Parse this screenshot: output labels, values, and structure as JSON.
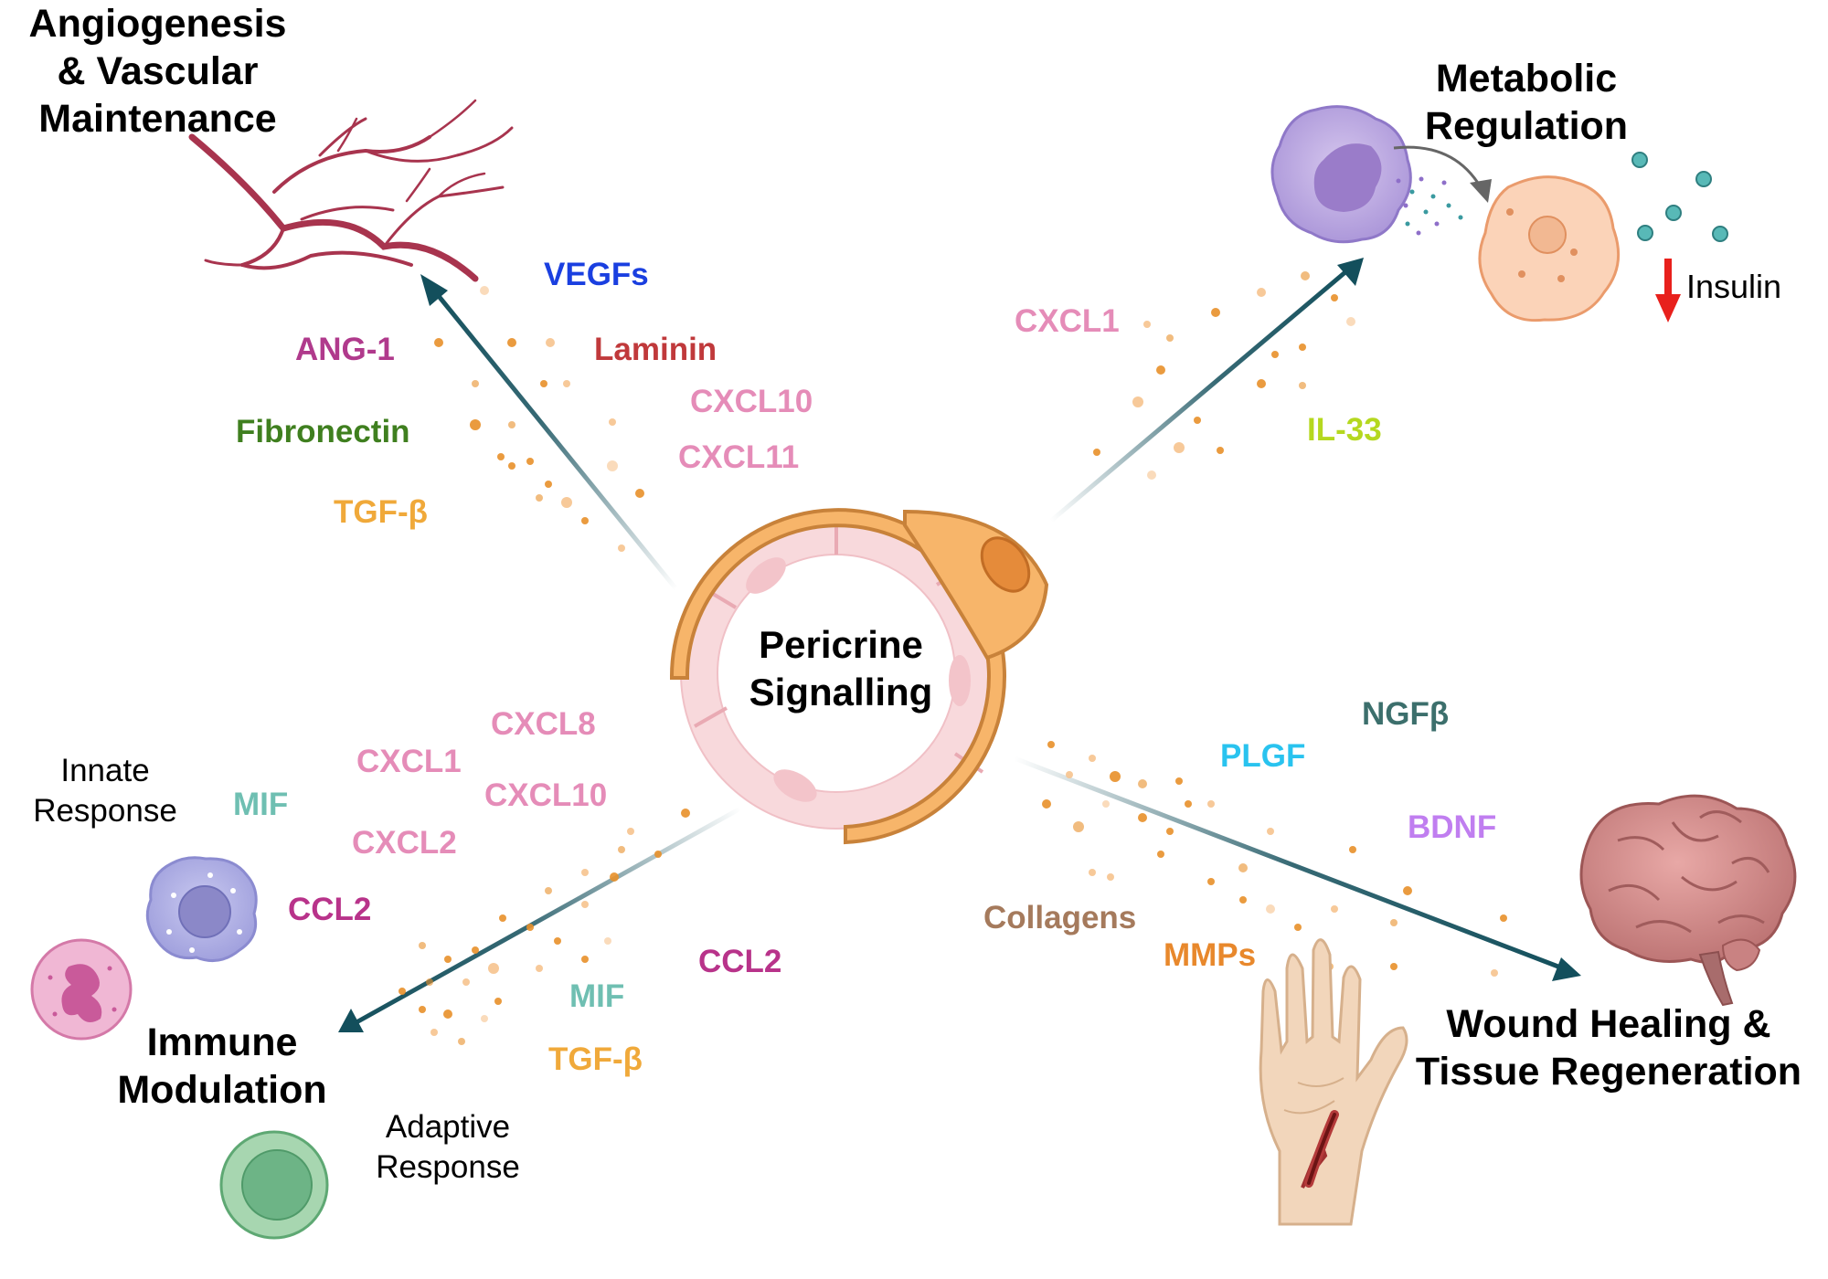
{
  "center": {
    "line1": "Pericrine",
    "line2": "Signalling"
  },
  "angiogenesis": {
    "title": [
      "Angiogenesis",
      "& Vascular",
      "Maintenance"
    ],
    "molecules": [
      "VEGFs",
      "ANG-1",
      "Laminin",
      "CXCL10",
      "CXCL11",
      "Fibronectin",
      "TGF-β"
    ]
  },
  "metabolic": {
    "title": [
      "Metabolic",
      "Regulation"
    ],
    "molecules": [
      "CXCL1",
      "IL-33"
    ],
    "insulin_label": "Insulin"
  },
  "immune": {
    "title": [
      "Immune",
      "Modulation"
    ],
    "innate_label": [
      "Innate",
      "Response"
    ],
    "adaptive_label": [
      "Adaptive",
      "Response"
    ],
    "molecules": [
      "CXCL8",
      "CXCL1",
      "CXCL10",
      "MIF",
      "CXCL2",
      "CCL2",
      "MIF",
      "CCL2",
      "TGF-β"
    ]
  },
  "wound": {
    "title": [
      "Wound Healing &",
      "Tissue Regeneration"
    ],
    "molecules": [
      "NGFβ",
      "PLGF",
      "BDNF",
      "Collagens",
      "MMPs"
    ]
  },
  "colors": {
    "arrow": "#134f5c",
    "dots": "#e8902a",
    "pericyte": "#f7b56a",
    "endothelium": "#f8d9dc",
    "VEGFs": "#1a3fe0",
    "ANG-1": "#b03a8c",
    "Laminin": "#c0393b",
    "CXCL": "#e58cb8",
    "Fibronectin": "#3f7f1f",
    "TGF-β": "#f0a93a",
    "IL-33": "#b5d81f",
    "MIF": "#6fbfb2",
    "CCL2": "#b8338a",
    "NGFβ": "#3c6f6c",
    "PLGF": "#29c3ef",
    "BDNF": "#c07ef0",
    "Collagens": "#a57a5c",
    "MMPs": "#e8882c",
    "insulin_arrow": "#e8201c"
  },
  "icons": [
    "blood-vessel-icon",
    "macrophage-icon",
    "adipocyte-icon",
    "insulin-particles-icon",
    "down-arrow-icon",
    "innate-cell-icon",
    "neutrophil-icon",
    "lymphocyte-icon",
    "brain-icon",
    "wounded-hand-icon",
    "pericyte-vessel-icon"
  ]
}
